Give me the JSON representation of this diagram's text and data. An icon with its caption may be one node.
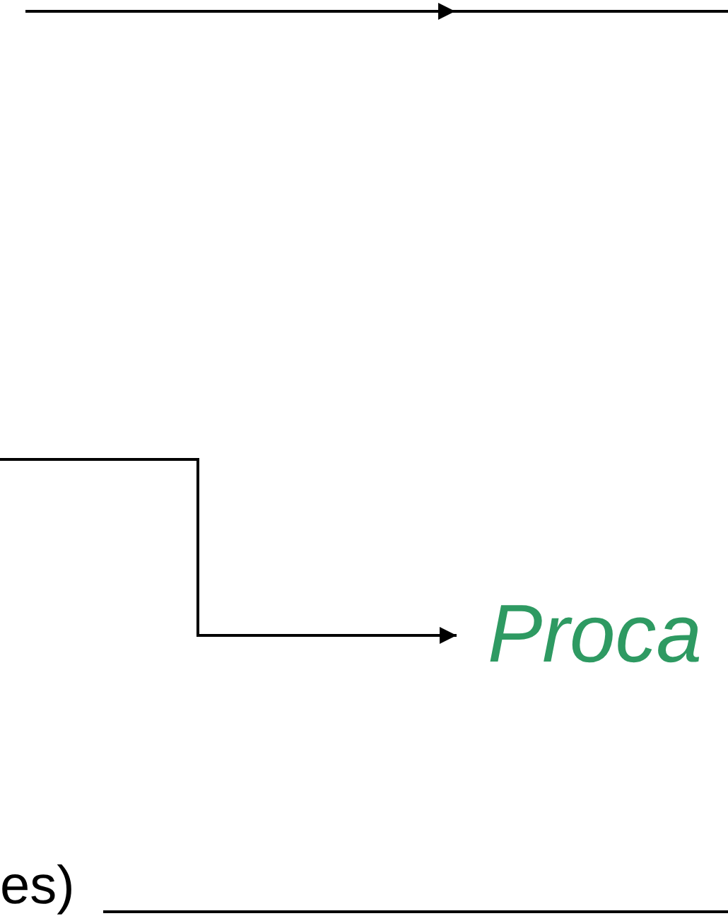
{
  "diagram": {
    "nodes": [
      {
        "text": [
          "Proca"
        ]
      },
      {
        "text": [
          "es)"
        ]
      }
    ],
    "edges": [
      {
        "from": null,
        "to": 0,
        "arrow": "to"
      },
      {
        "from": 1,
        "to": null,
        "arrow": "none"
      }
    ]
  }
}
